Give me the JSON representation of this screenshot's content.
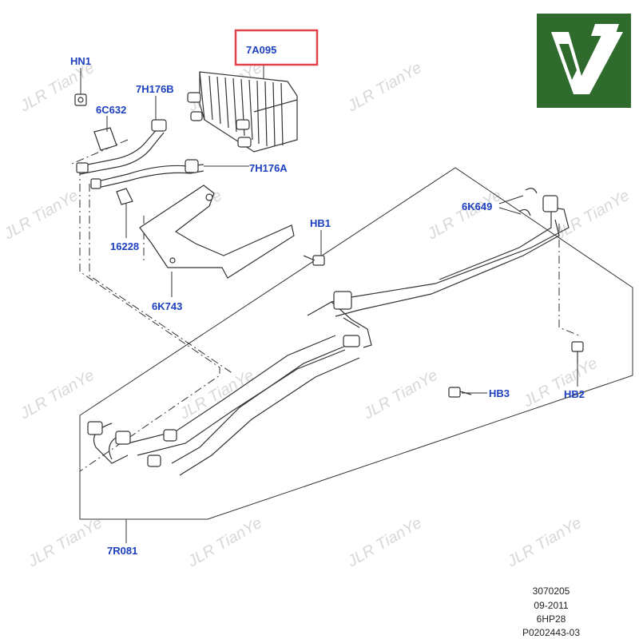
{
  "watermark": "JLR TianYe",
  "highlight_color": "#e0434b",
  "label_color": "#1b3fbf",
  "logo_color": "#2e6b2c",
  "parts": {
    "oil_cooler": "7A095",
    "nut_hn1": "HN1",
    "clip_6c632": "6C632",
    "pipe_7h176b": "7H176B",
    "pipe_7h176a": "7H176A",
    "clip_16228": "16228",
    "bracket_6k743": "6K743",
    "bolt_hb1": "HB1",
    "clip_6k649": "6K649",
    "bolt_hb3": "HB3",
    "bolt_hb2": "HB2",
    "pipe_assy_7r081": "7R081"
  },
  "footer": {
    "line1": "3070205",
    "line2": "09-2011",
    "line3": "6HP28",
    "line4": "P0202443-03"
  }
}
